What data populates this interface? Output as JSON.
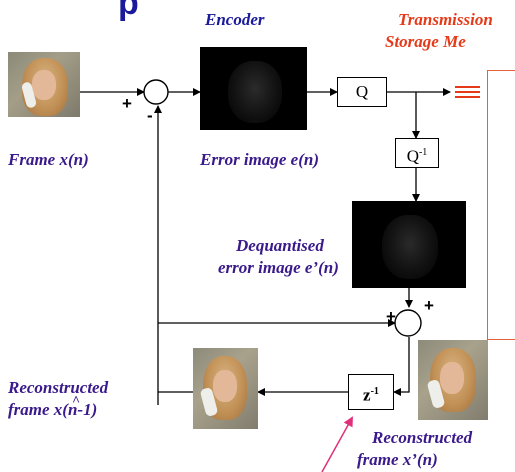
{
  "header": {
    "fragment": "p",
    "encoder": "Encoder",
    "transmission": "Transmission",
    "storage": "Storage  Me"
  },
  "labels": {
    "frame_x": "Frame x(n)",
    "error_image": "Error image e(n)",
    "dequantised_line1": "Dequantised",
    "dequantised_line2": "error image e’(n)",
    "recon_prev_line1": "Reconstructed",
    "recon_prev_line2": "frame x(n-1)",
    "recon_prev_hat": "^",
    "recon_cur_line1": "Reconstructed",
    "recon_cur_line2": "frame x’(n)"
  },
  "blocks": {
    "quantizer": "Q",
    "inverse_quantizer": "Q",
    "inverse_quantizer_exp": "-1",
    "delay": "z",
    "delay_exp": "-1"
  },
  "signs": {
    "sum1_plus": "+",
    "sum1_minus": "-",
    "sum2_plus_left": "+",
    "sum2_plus_top": "+"
  },
  "colors": {
    "label_purple": "#3a1a8a",
    "header_blue": "#1a1a9a",
    "header_red": "#e53a1a",
    "panel_border": "#e8603a",
    "pointer_arrow": "#e0307a"
  }
}
